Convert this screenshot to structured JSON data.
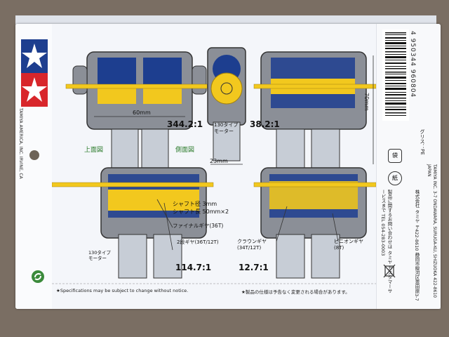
{
  "diagram": {
    "dim_width": "60mm",
    "dim_height": "70mm",
    "dim_motor_width": "23mm",
    "motor_label_top": "130タイプ\nモーター",
    "motor_label_bl": "130タイプ\nモーター",
    "view_top": "上面図",
    "view_side": "側面図",
    "ratio_1": "344.2:1",
    "ratio_2": "38.2:1",
    "ratio_3": "114.7:1",
    "ratio_4": "12.7:1",
    "shaft_diameter": "シャフト径 3mm",
    "shaft_length": "シャフト長 50mm×2",
    "final_gear": "ファイナルギヤ(36T)",
    "second_gear": "2段ギヤ(36T/12T)",
    "crown_gear": "クラウンギヤ\n(34T/12T)",
    "pinion_gear": "ピニオンギヤ\n(8T)"
  },
  "footer": {
    "specs_en": "★Specifications may be subject to change without notice.",
    "specs_jp": "★製品の仕様は予告なく変更される場合があります。"
  },
  "left_strip": {
    "copyright": "TAMIYA AMERICA, INC. IRVINE, CA"
  },
  "right_panel": {
    "barcode_number": "4 950344 960804",
    "grease_label": "グリス：PE",
    "bag_label": "袋",
    "paper_label": "紙",
    "contact_jp": "製品に関するお問い合わせは タミヤ カスタマーサービスまで TEL 054-283-0003",
    "company_jp": "株式会社 タミヤ 〒422-8610 静岡市駿河区恩田原3-7",
    "company_en": "TAMIYA INC. 3-7 ONDAWARA, SURUGA-KU, SHIZUOKA 422-8610 JAPAN"
  },
  "colors": {
    "tamiya_blue": "#1d3e8f",
    "tamiya_red": "#d8262b",
    "gear_yellow": "#f2c81e",
    "gearbox_blue": "#1d3e8f"
  }
}
